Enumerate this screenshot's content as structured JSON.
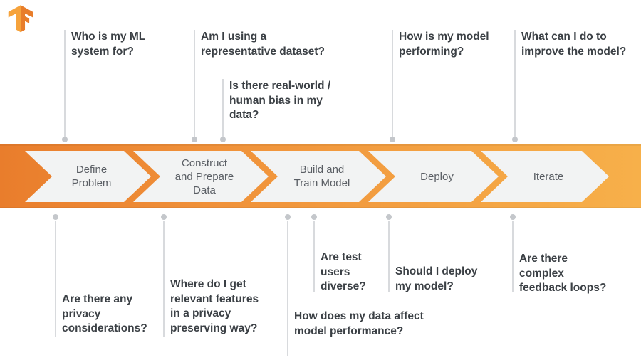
{
  "brand": {
    "logo": "tensorflow-logo"
  },
  "colors": {
    "band_gradient_start": "#e97d2c",
    "band_gradient_end": "#f7b04a",
    "chevron_fill": "#f2f3f3",
    "stage_text": "#5a5e64",
    "question_text": "#3b4045",
    "connector_line": "#d8dadd",
    "connector_dot": "#c4c7cb",
    "logo_orange_light": "#f6a33c",
    "logo_orange_dark": "#e87d2a"
  },
  "stages": [
    {
      "label": "Define\nProblem"
    },
    {
      "label": "Construct\nand Prepare\nData"
    },
    {
      "label": "Build and\nTrain Model"
    },
    {
      "label": "Deploy"
    },
    {
      "label": "Iterate"
    }
  ],
  "top_questions": [
    {
      "text": "Who is my ML\nsystem for?"
    },
    {
      "text": "Am I using a\nrepresentative dataset?"
    },
    {
      "text": "Is there real-world /\nhuman bias in my\ndata?"
    },
    {
      "text": "How is my model\nperforming?"
    },
    {
      "text": "What can I do to\nimprove the model?"
    }
  ],
  "bottom_questions": [
    {
      "text": "Are there any\nprivacy\nconsiderations?"
    },
    {
      "text": "Where do I get\nrelevant features\nin a privacy\npreserving way?"
    },
    {
      "text": "How does my data affect\nmodel performance?"
    },
    {
      "text": "Are test\nusers\ndiverse?"
    },
    {
      "text": "Should I deploy\nmy model?"
    },
    {
      "text": "Are there\ncomplex\nfeedback loops?"
    }
  ]
}
